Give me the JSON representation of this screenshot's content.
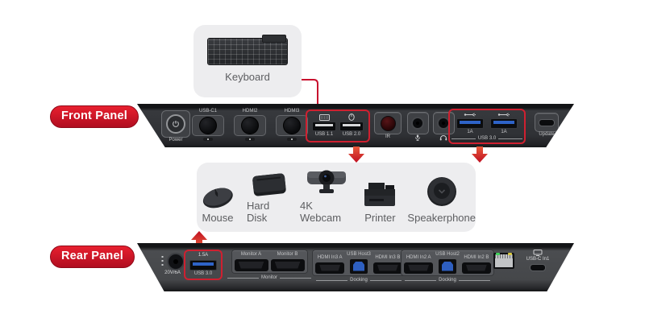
{
  "colors": {
    "accent_red": "#c8102e",
    "highlight_red": "#cf2030",
    "panel_dark": "#2f3134",
    "usb_blue": "#2e63c8",
    "callout_bg": "#ededef"
  },
  "keyboard_callout": {
    "label": "Keyboard"
  },
  "front_panel": {
    "badge": "Front Panel",
    "power": {
      "label": "Power"
    },
    "selector_knobs": [
      {
        "label": "USB-C1"
      },
      {
        "label": "HDMI2"
      },
      {
        "label": "HDMI3"
      }
    ],
    "usb_legacy_group": {
      "ports": [
        {
          "label": "USB 1.1",
          "icon": "keyboard-icon"
        },
        {
          "label": "USB 2.0",
          "icon": "mouse-icon"
        }
      ]
    },
    "ir": {
      "label": "IR"
    },
    "audio_jacks": [
      {
        "icon": "microphone-icon"
      },
      {
        "icon": "headphones-icon"
      }
    ],
    "usb3_group": {
      "caption": "USB 3.0",
      "ports": [
        {
          "current": "1A",
          "icon": "usb-superspeed-icon"
        },
        {
          "current": "1A",
          "icon": "usb-superspeed-icon"
        }
      ]
    },
    "update_port": {
      "label": "Update"
    }
  },
  "devices_callout": {
    "items": [
      {
        "label": "Mouse",
        "icon": "mouse-image"
      },
      {
        "label": "Hard Disk",
        "icon": "hard-disk-image"
      },
      {
        "label": "4K Webcam",
        "icon": "webcam-image"
      },
      {
        "label": "Printer",
        "icon": "printer-image"
      },
      {
        "label": "Speakerphone",
        "icon": "speakerphone-image"
      }
    ]
  },
  "rear_panel": {
    "badge": "Rear Panel",
    "dc_in": {
      "label": "20V/6A"
    },
    "usb3_port": {
      "top_label": "1.5A",
      "caption": "USB 3.0"
    },
    "monitor_group": {
      "caption": "Monitor",
      "ports": [
        {
          "label": "Monitor A"
        },
        {
          "label": "Monitor B"
        }
      ]
    },
    "docking_groups": [
      {
        "caption": "Docking",
        "ports": [
          {
            "label": "HDMI In3 A"
          },
          {
            "label": "USB Host3"
          },
          {
            "label": "HDMI In3 B"
          }
        ]
      },
      {
        "caption": "Docking",
        "ports": [
          {
            "label": "HDMI In2 A"
          },
          {
            "label": "USB Host2"
          },
          {
            "label": "HDMI In2 B"
          }
        ]
      }
    ],
    "usbc_port": {
      "label": "USB-C In1"
    }
  }
}
